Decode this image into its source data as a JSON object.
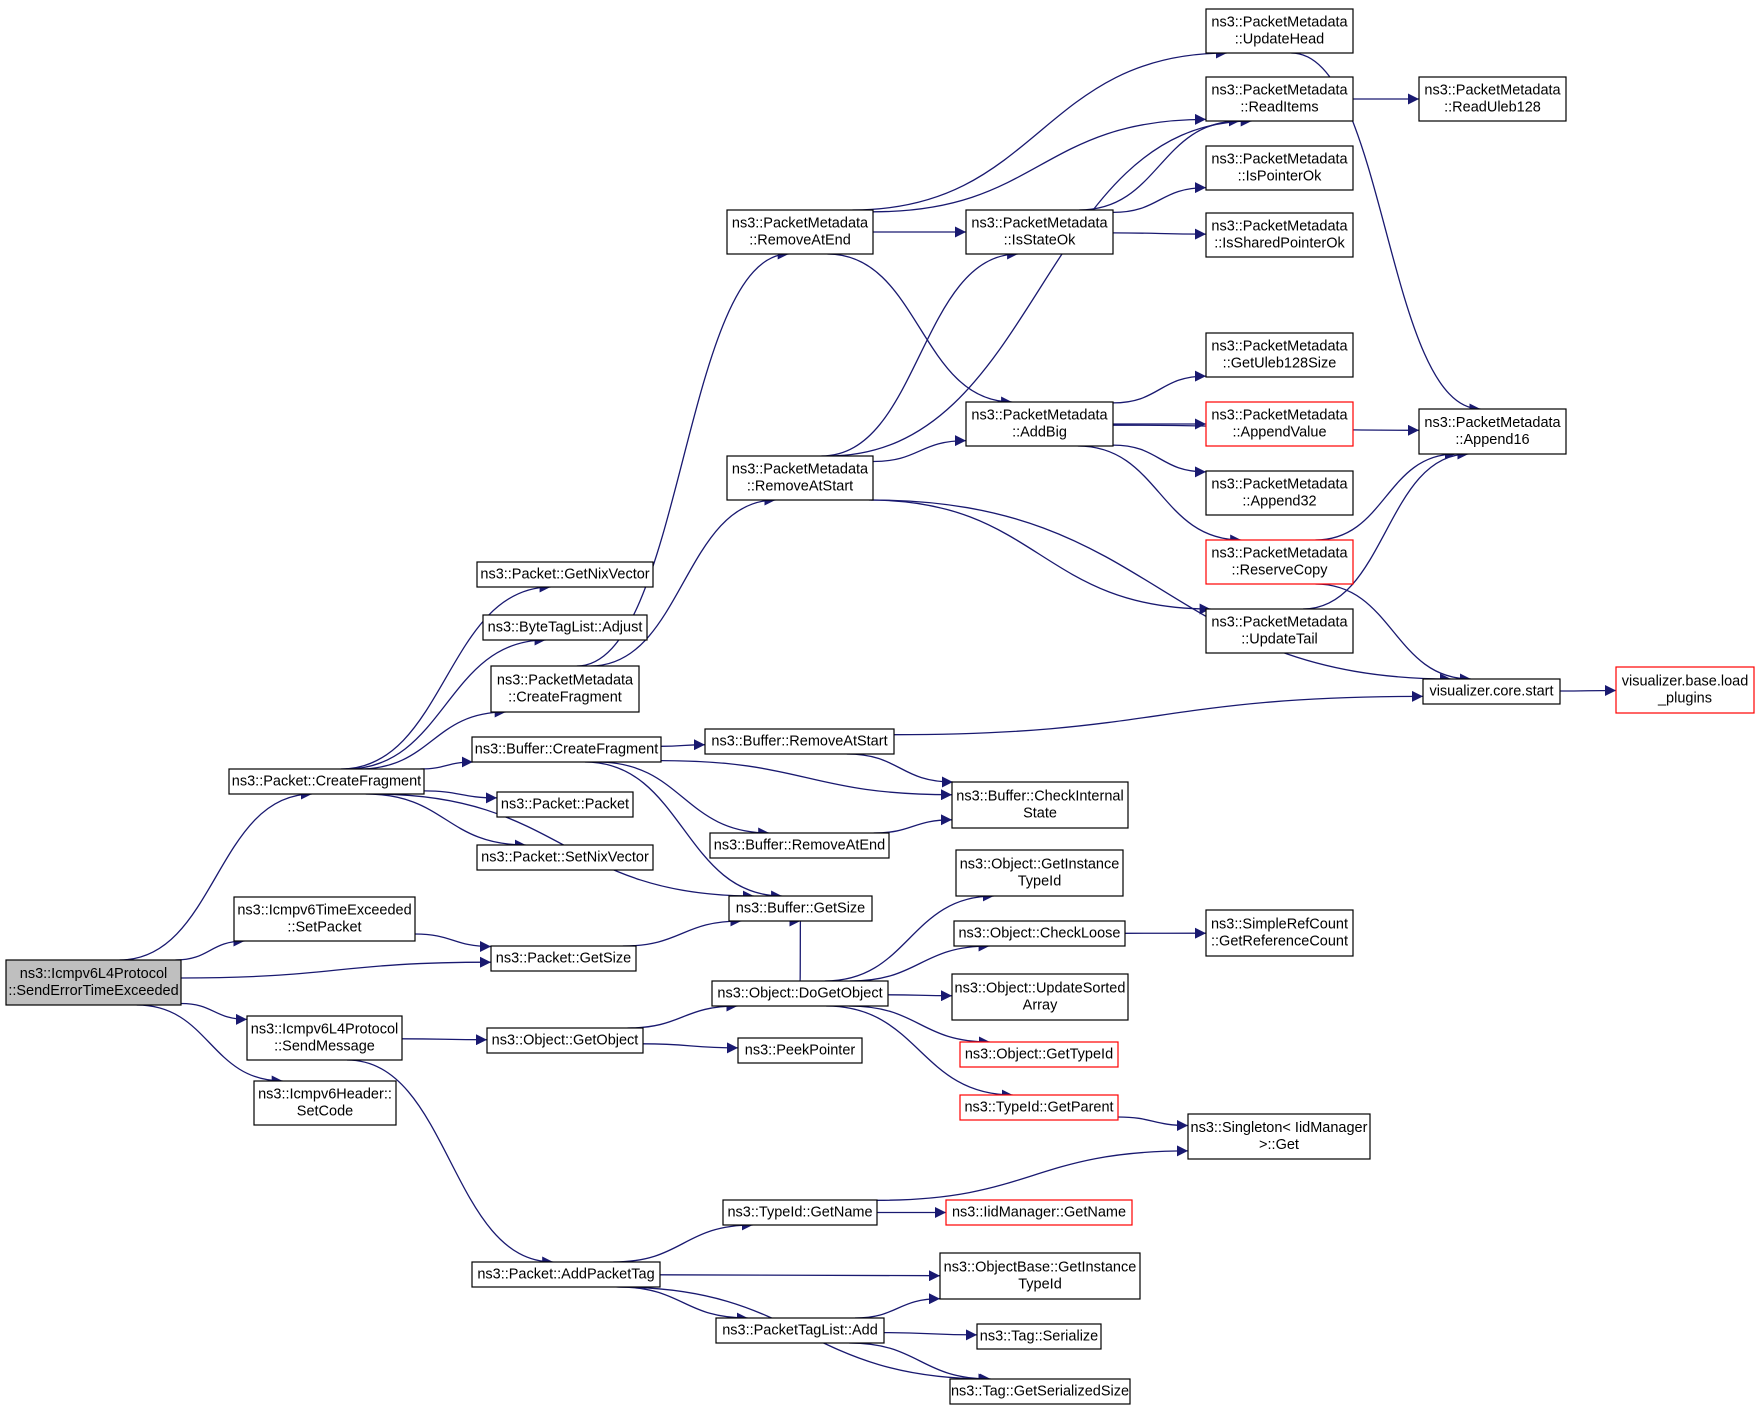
{
  "graph": {
    "nodes": [
      {
        "id": "root",
        "lines": [
          "ns3::Icmpv6L4Protocol",
          "::SendErrorTimeExceeded"
        ],
        "highlight": true
      },
      {
        "id": "createFragment",
        "lines": [
          "ns3::Packet::CreateFragment"
        ]
      },
      {
        "id": "setPacket",
        "lines": [
          "ns3::Icmpv6TimeExceeded",
          "::SetPacket"
        ]
      },
      {
        "id": "getSize",
        "lines": [
          "ns3::Packet::GetSize"
        ]
      },
      {
        "id": "sendMessage",
        "lines": [
          "ns3::Icmpv6L4Protocol",
          "::SendMessage"
        ]
      },
      {
        "id": "setCode",
        "lines": [
          "ns3::Icmpv6Header::",
          "SetCode"
        ]
      },
      {
        "id": "getNixVector",
        "lines": [
          "ns3::Packet::GetNixVector"
        ]
      },
      {
        "id": "adjust",
        "lines": [
          "ns3::ByteTagList::Adjust"
        ]
      },
      {
        "id": "pmCreateFragment",
        "lines": [
          "ns3::PacketMetadata",
          "::CreateFragment"
        ]
      },
      {
        "id": "bufCreateFragment",
        "lines": [
          "ns3::Buffer::CreateFragment"
        ]
      },
      {
        "id": "packetCtor",
        "lines": [
          "ns3::Packet::Packet"
        ]
      },
      {
        "id": "setNixVector",
        "lines": [
          "ns3::Packet::SetNixVector"
        ]
      },
      {
        "id": "bufGetSize",
        "lines": [
          "ns3::Buffer::GetSize"
        ]
      },
      {
        "id": "getObject",
        "lines": [
          "ns3::Object::GetObject"
        ]
      },
      {
        "id": "addPacketTag",
        "lines": [
          "ns3::Packet::AddPacketTag"
        ]
      },
      {
        "id": "removeAtEnd",
        "lines": [
          "ns3::PacketMetadata",
          "::RemoveAtEnd"
        ]
      },
      {
        "id": "removeAtStart",
        "lines": [
          "ns3::PacketMetadata",
          "::RemoveAtStart"
        ]
      },
      {
        "id": "bufRemoveAtStart",
        "lines": [
          "ns3::Buffer::RemoveAtStart"
        ]
      },
      {
        "id": "bufRemoveAtEnd",
        "lines": [
          "ns3::Buffer::RemoveAtEnd"
        ]
      },
      {
        "id": "doGetObject",
        "lines": [
          "ns3::Object::DoGetObject"
        ]
      },
      {
        "id": "peekPointer",
        "lines": [
          "ns3::PeekPointer"
        ]
      },
      {
        "id": "tidGetName",
        "lines": [
          "ns3::TypeId::GetName"
        ]
      },
      {
        "id": "ptlAdd",
        "lines": [
          "ns3::PacketTagList::Add"
        ]
      },
      {
        "id": "isStateOk",
        "lines": [
          "ns3::PacketMetadata",
          "::IsStateOk"
        ]
      },
      {
        "id": "addBig",
        "lines": [
          "ns3::PacketMetadata",
          "::AddBig"
        ]
      },
      {
        "id": "checkInternalState",
        "lines": [
          "ns3::Buffer::CheckInternal",
          "State"
        ]
      },
      {
        "id": "getInstanceTypeId",
        "lines": [
          "ns3::Object::GetInstance",
          "TypeId"
        ]
      },
      {
        "id": "checkLoose",
        "lines": [
          "ns3::Object::CheckLoose"
        ]
      },
      {
        "id": "updateSortedArray",
        "lines": [
          "ns3::Object::UpdateSorted",
          "Array"
        ]
      },
      {
        "id": "getTypeId",
        "lines": [
          "ns3::Object::GetTypeId"
        ],
        "red": true
      },
      {
        "id": "getParent",
        "lines": [
          "ns3::TypeId::GetParent"
        ],
        "red": true
      },
      {
        "id": "iidGetName",
        "lines": [
          "ns3::IidManager::GetName"
        ],
        "red": true
      },
      {
        "id": "objBaseGetInstanceTypeId",
        "lines": [
          "ns3::ObjectBase::GetInstance",
          "TypeId"
        ]
      },
      {
        "id": "tagSerialize",
        "lines": [
          "ns3::Tag::Serialize"
        ]
      },
      {
        "id": "tagGetSerializedSize",
        "lines": [
          "ns3::Tag::GetSerializedSize"
        ]
      },
      {
        "id": "updateHead",
        "lines": [
          "ns3::PacketMetadata",
          "::UpdateHead"
        ]
      },
      {
        "id": "readItems",
        "lines": [
          "ns3::PacketMetadata",
          "::ReadItems"
        ]
      },
      {
        "id": "isPointerOk",
        "lines": [
          "ns3::PacketMetadata",
          "::IsPointerOk"
        ]
      },
      {
        "id": "isSharedPointerOk",
        "lines": [
          "ns3::PacketMetadata",
          "::IsSharedPointerOk"
        ]
      },
      {
        "id": "getUleb128Size",
        "lines": [
          "ns3::PacketMetadata",
          "::GetUleb128Size"
        ]
      },
      {
        "id": "appendValue",
        "lines": [
          "ns3::PacketMetadata",
          "::AppendValue"
        ],
        "red": true
      },
      {
        "id": "append32",
        "lines": [
          "ns3::PacketMetadata",
          "::Append32"
        ]
      },
      {
        "id": "reserveCopy",
        "lines": [
          "ns3::PacketMetadata",
          "::ReserveCopy"
        ],
        "red": true
      },
      {
        "id": "updateTail",
        "lines": [
          "ns3::PacketMetadata",
          "::UpdateTail"
        ]
      },
      {
        "id": "simpleRefCount",
        "lines": [
          "ns3::SimpleRefCount",
          "::GetReferenceCount"
        ]
      },
      {
        "id": "singletonGet",
        "lines": [
          "ns3::Singleton< IidManager",
          " >::Get"
        ]
      },
      {
        "id": "readUleb128",
        "lines": [
          "ns3::PacketMetadata",
          "::ReadUleb128"
        ]
      },
      {
        "id": "append16",
        "lines": [
          "ns3::PacketMetadata",
          "::Append16"
        ]
      },
      {
        "id": "coreStart",
        "lines": [
          "visualizer.core.start"
        ]
      },
      {
        "id": "loadPlugins",
        "lines": [
          "visualizer.base.load",
          "_plugins"
        ],
        "red": true
      }
    ],
    "edges": [
      [
        "root",
        "createFragment"
      ],
      [
        "root",
        "setPacket"
      ],
      [
        "root",
        "getSize"
      ],
      [
        "root",
        "sendMessage"
      ],
      [
        "root",
        "setCode"
      ],
      [
        "createFragment",
        "getNixVector"
      ],
      [
        "createFragment",
        "adjust"
      ],
      [
        "createFragment",
        "pmCreateFragment"
      ],
      [
        "createFragment",
        "bufCreateFragment"
      ],
      [
        "createFragment",
        "packetCtor"
      ],
      [
        "createFragment",
        "setNixVector"
      ],
      [
        "createFragment",
        "bufGetSize"
      ],
      [
        "setPacket",
        "getSize"
      ],
      [
        "getSize",
        "bufGetSize"
      ],
      [
        "sendMessage",
        "getObject"
      ],
      [
        "sendMessage",
        "addPacketTag"
      ],
      [
        "pmCreateFragment",
        "removeAtEnd"
      ],
      [
        "pmCreateFragment",
        "removeAtStart"
      ],
      [
        "bufCreateFragment",
        "bufRemoveAtStart"
      ],
      [
        "bufCreateFragment",
        "checkInternalState"
      ],
      [
        "bufCreateFragment",
        "bufRemoveAtEnd"
      ],
      [
        "bufCreateFragment",
        "bufGetSize"
      ],
      [
        "getObject",
        "doGetObject"
      ],
      [
        "getObject",
        "peekPointer"
      ],
      [
        "addPacketTag",
        "tidGetName"
      ],
      [
        "addPacketTag",
        "objBaseGetInstanceTypeId"
      ],
      [
        "addPacketTag",
        "ptlAdd"
      ],
      [
        "addPacketTag",
        "tagGetSerializedSize"
      ],
      [
        "removeAtEnd",
        "updateHead"
      ],
      [
        "removeAtEnd",
        "readItems"
      ],
      [
        "removeAtEnd",
        "isStateOk"
      ],
      [
        "removeAtEnd",
        "addBig"
      ],
      [
        "removeAtStart",
        "readItems"
      ],
      [
        "removeAtStart",
        "isStateOk"
      ],
      [
        "removeAtStart",
        "addBig"
      ],
      [
        "removeAtStart",
        "updateTail"
      ],
      [
        "removeAtStart",
        "coreStart"
      ],
      [
        "bufRemoveAtStart",
        "coreStart"
      ],
      [
        "bufRemoveAtStart",
        "checkInternalState"
      ],
      [
        "bufRemoveAtEnd",
        "checkInternalState"
      ],
      [
        "doGetObject",
        "bufGetSize"
      ],
      [
        "doGetObject",
        "getInstanceTypeId"
      ],
      [
        "doGetObject",
        "checkLoose"
      ],
      [
        "doGetObject",
        "updateSortedArray"
      ],
      [
        "doGetObject",
        "getTypeId"
      ],
      [
        "doGetObject",
        "getParent"
      ],
      [
        "tidGetName",
        "singletonGet"
      ],
      [
        "tidGetName",
        "iidGetName"
      ],
      [
        "ptlAdd",
        "objBaseGetInstanceTypeId"
      ],
      [
        "ptlAdd",
        "tagSerialize"
      ],
      [
        "ptlAdd",
        "tagGetSerializedSize"
      ],
      [
        "isStateOk",
        "readItems"
      ],
      [
        "isStateOk",
        "isPointerOk"
      ],
      [
        "isStateOk",
        "isSharedPointerOk"
      ],
      [
        "addBig",
        "append16"
      ],
      [
        "addBig",
        "getUleb128Size"
      ],
      [
        "addBig",
        "appendValue"
      ],
      [
        "addBig",
        "append32"
      ],
      [
        "addBig",
        "reserveCopy"
      ],
      [
        "checkLoose",
        "simpleRefCount"
      ],
      [
        "getParent",
        "singletonGet"
      ],
      [
        "updateHead",
        "append16"
      ],
      [
        "readItems",
        "readUleb128"
      ],
      [
        "reserveCopy",
        "append16"
      ],
      [
        "reserveCopy",
        "coreStart"
      ],
      [
        "updateTail",
        "append16"
      ],
      [
        "coreStart",
        "loadPlugins"
      ]
    ]
  },
  "colors": {
    "edge": "#191970",
    "node_border": "#000000",
    "node_border_red": "#ff0000",
    "node_fill": "#ffffff",
    "highlight_fill": "#bfbfbf",
    "text": "#000000"
  }
}
